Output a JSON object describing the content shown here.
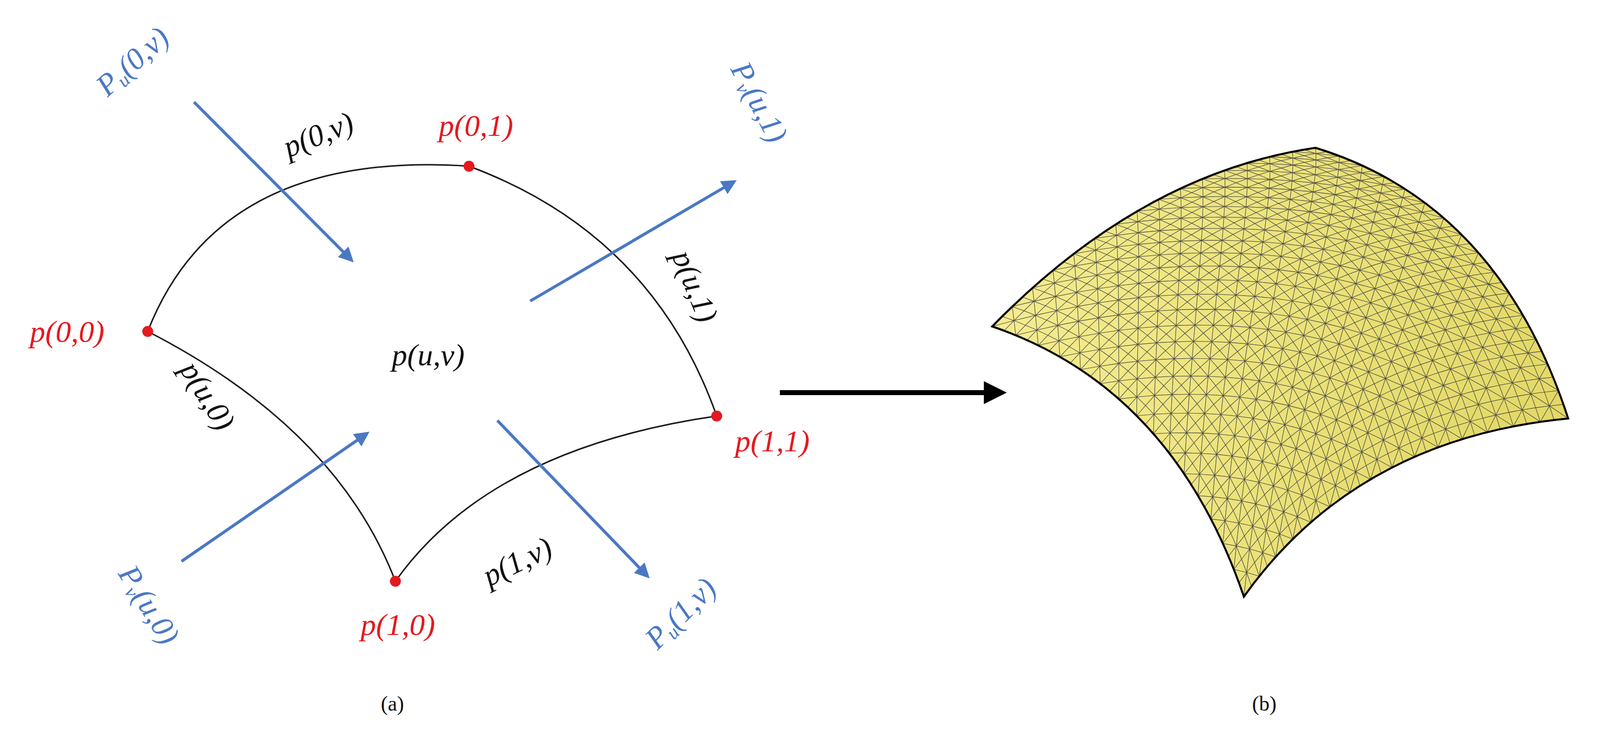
{
  "diagram": {
    "labels": [
      "Pu(0,v)",
      "p(0,v)",
      "p(0,1)",
      "Pv(u,1)",
      "p(0,0)",
      "p(u,v)",
      "p(u,1)",
      "p(u,0)",
      "p(1,1)",
      "Pv(u,0)",
      "p(1,0)",
      "p(1,v)",
      "Pu(1,v)",
      "(a)",
      "(b)"
    ]
  }
}
